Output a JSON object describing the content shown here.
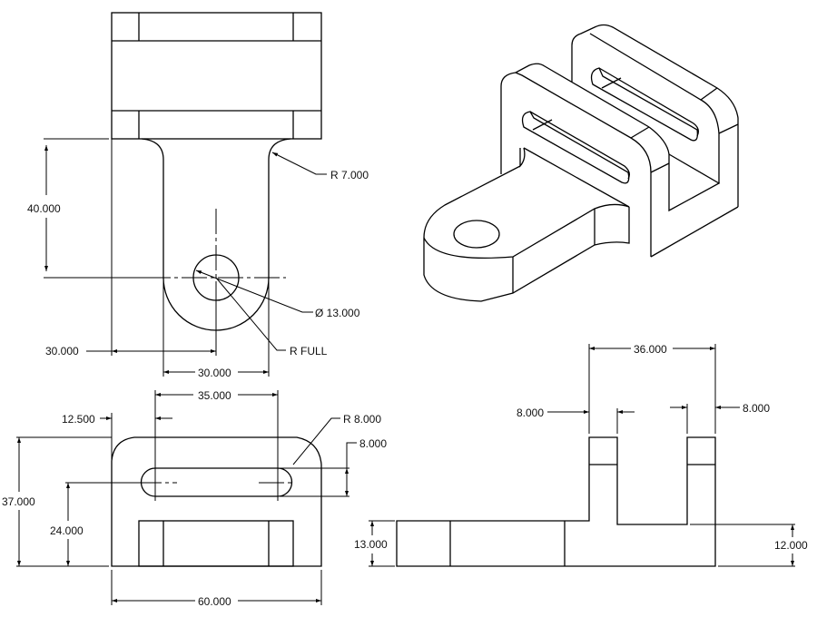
{
  "top_view": {
    "dim_height": "40.000",
    "dim_offset": "30.000",
    "dim_width": "30.000",
    "fillet_radius": "R 7.000",
    "hole_diameter": "Ø 13.000",
    "end_radius": "R FULL"
  },
  "front_view": {
    "dim_slot_length": "35.000",
    "dim_slot_offset": "12.500",
    "slot_radius": "R 8.000",
    "dim_slot_width": "8.000",
    "dim_height": "37.000",
    "dim_slot_height": "24.000",
    "dim_width": "60.000"
  },
  "side_view": {
    "dim_upright_span": "36.000",
    "dim_left_wall": "8.000",
    "dim_right_wall": "8.000",
    "dim_base_height": "13.000",
    "dim_floor_height": "12.000"
  }
}
